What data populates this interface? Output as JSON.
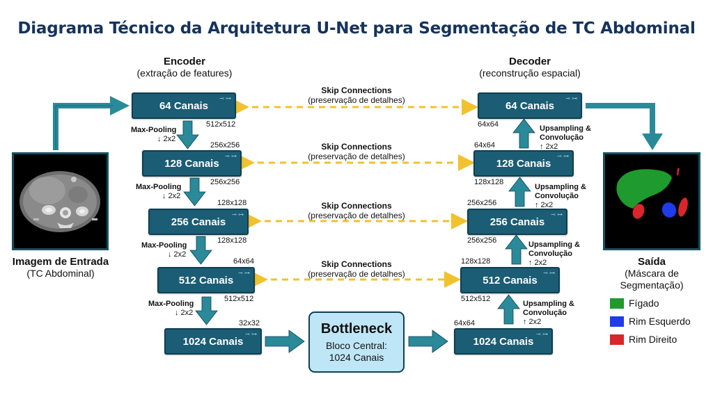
{
  "title": "Diagrama Técnico da Arquitetura U-Net para Segmentação de TC Abdominal",
  "encoder": {
    "heading": "Encoder",
    "subheading": "(extração de features)"
  },
  "decoder": {
    "heading": "Decoder",
    "subheading": "(reconstrução espacial)"
  },
  "encoder_blocks": [
    {
      "label": "64 Canais",
      "dim_out": "512x512"
    },
    {
      "label": "128 Canais",
      "dim_in": "256x256",
      "dim_out": "256x256"
    },
    {
      "label": "256 Canais",
      "dim_in": "128x128",
      "dim_out": "128x128"
    },
    {
      "label": "512 Canais",
      "dim_in": "64x64",
      "dim_out": "512x512"
    },
    {
      "label": "1024 Canais",
      "dim_in": "32x32"
    }
  ],
  "decoder_blocks": [
    {
      "label": "64 Canais",
      "dim_below": "64x64"
    },
    {
      "label": "128 Canais",
      "dim_above": "64x64",
      "dim_below": "128x128"
    },
    {
      "label": "256 Canais",
      "dim_above": "256x256",
      "dim_below": "256x256"
    },
    {
      "label": "512 Canais",
      "dim_above": "128x128",
      "dim_below": "512x512"
    },
    {
      "label": "1024 Canais",
      "dim_above": "64x64"
    }
  ],
  "pooling": {
    "name": "Max-Pooling",
    "factor": "↓ 2x2"
  },
  "upsampling": {
    "line1": "Upsampling &",
    "line2": "Convolução",
    "factor": "↑ 2x2"
  },
  "skip": {
    "title": "Skip Connections",
    "subtitle": "(preservação de detalhes)"
  },
  "bottleneck": {
    "title": "Bottleneck",
    "line1": "Bloco Central:",
    "line2": "1024 Canais"
  },
  "input": {
    "title": "Imagem de Entrada",
    "subtitle": "(TC Abdominal)"
  },
  "output": {
    "title": "Saída",
    "line1": "(Máscara de",
    "line2": "Segmentação)"
  },
  "legend": [
    {
      "label": "Fígado",
      "color": "#1f9a2e"
    },
    {
      "label": "Rim Esquerdo",
      "color": "#1f3bea"
    },
    {
      "label": "Rim Direito",
      "color": "#d8262c"
    }
  ],
  "colors": {
    "block": "#1b5d74",
    "arrow": "#2a8a99",
    "skip": "#f2c12e",
    "title": "#15335c"
  }
}
